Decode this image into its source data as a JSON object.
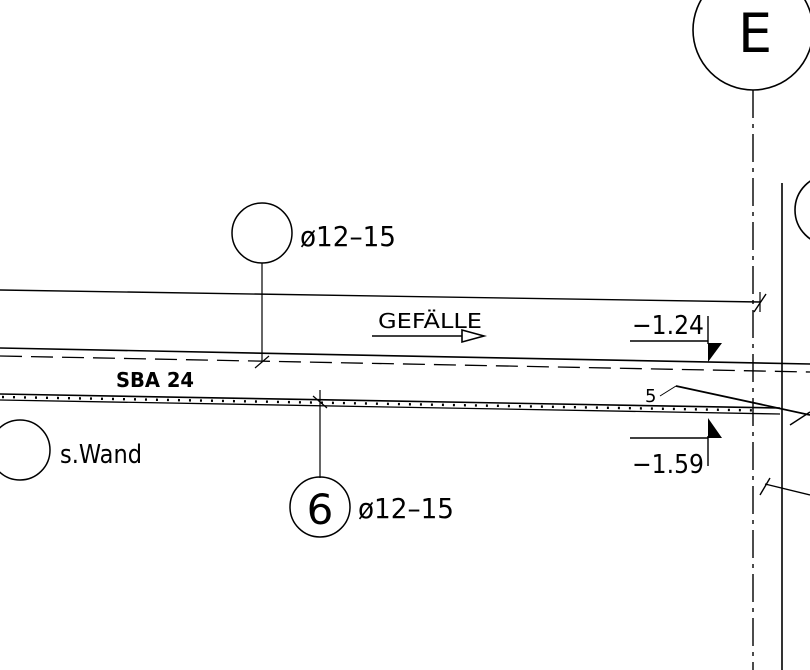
{
  "drawing": {
    "axis_label": "E",
    "rebar_top_label": "ø12–15",
    "rebar_bottom_mark": "6",
    "rebar_bottom_label": "ø12–15",
    "slope_label": "GEFÄLLE",
    "slab_label": "SBA 24",
    "wall_label": "s.Wand",
    "level_top": "−1.24",
    "level_bottom": "−1.59",
    "small_dim": "5"
  }
}
